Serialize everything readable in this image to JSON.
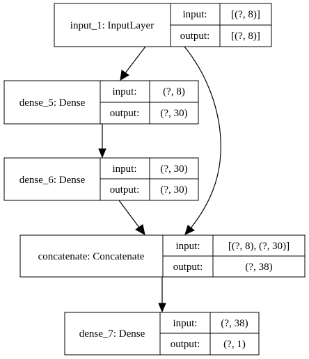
{
  "nodes": {
    "input_1": {
      "name": "input_1: InputLayer",
      "input_label": "input:",
      "input_value": "[(?, 8)]",
      "output_label": "output:",
      "output_value": "[(?, 8)]"
    },
    "dense_5": {
      "name": "dense_5: Dense",
      "input_label": "input:",
      "input_value": "(?, 8)",
      "output_label": "output:",
      "output_value": "(?, 30)"
    },
    "dense_6": {
      "name": "dense_6: Dense",
      "input_label": "input:",
      "input_value": "(?, 30)",
      "output_label": "output:",
      "output_value": "(?, 30)"
    },
    "concatenate": {
      "name": "concatenate: Concatenate",
      "input_label": "input:",
      "input_value": "[(?, 8), (?, 30)]",
      "output_label": "output:",
      "output_value": "(?, 38)"
    },
    "dense_7": {
      "name": "dense_7: Dense",
      "input_label": "input:",
      "input_value": "(?, 38)",
      "output_label": "output:",
      "output_value": "(?, 1)"
    }
  }
}
